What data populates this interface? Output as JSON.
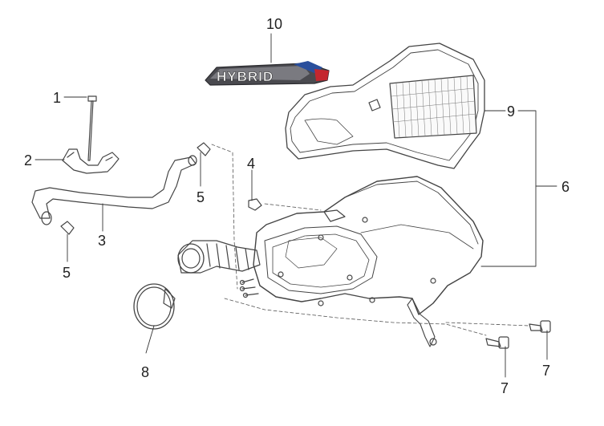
{
  "badge": {
    "text": "HYBRID",
    "colors": {
      "body": "#3a3a3e",
      "accent_blue": "#2a4f9c",
      "accent_red": "#c4262e"
    }
  },
  "callouts": {
    "c1": "1",
    "c2": "2",
    "c3": "3",
    "c4": "4",
    "c5a": "5",
    "c5b": "5",
    "c6": "6",
    "c7a": "7",
    "c7b": "7",
    "c8": "8",
    "c9": "9",
    "c10": "10"
  },
  "line_color": "#444444"
}
